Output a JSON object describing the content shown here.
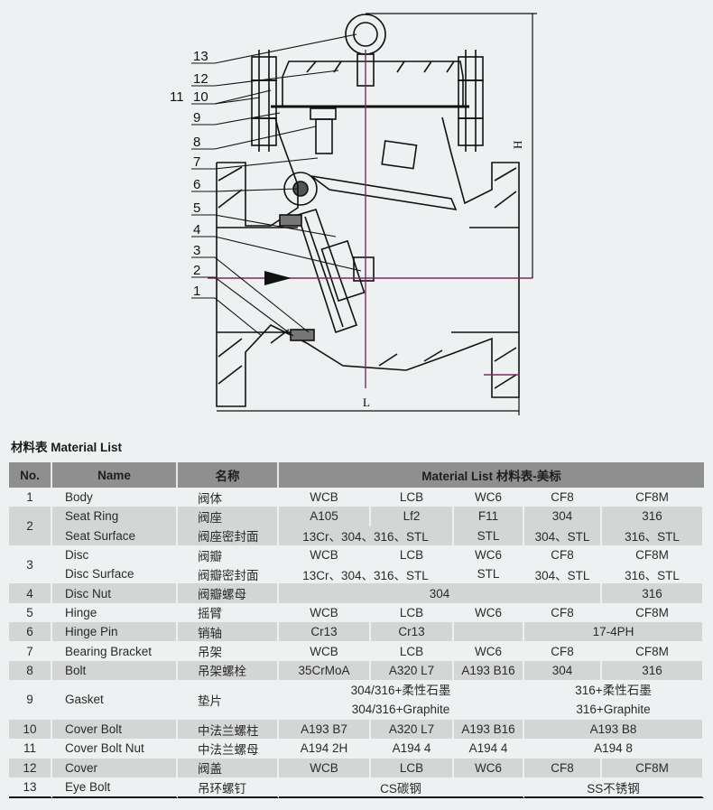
{
  "drawing": {
    "callouts": [
      "13",
      "12",
      "11",
      "10",
      "9",
      "8",
      "7",
      "6",
      "5",
      "4",
      "3",
      "2",
      "1"
    ],
    "dim_height": "H",
    "dim_length": "L"
  },
  "list_title": "材料表 Material List",
  "table": {
    "headers": {
      "no": "No.",
      "name": "Name",
      "cn": "名称",
      "materials": "Material List   材料表-美标"
    },
    "rows": [
      {
        "no": "1",
        "name": "Body",
        "cn": "阀体",
        "m": [
          "WCB",
          "LCB",
          "WC6",
          "CF8",
          "CF8M"
        ]
      },
      {
        "no": "2",
        "name": "Seat Ring",
        "cn": "阀座",
        "m": [
          "A105",
          "Lf2",
          "F11",
          "304",
          "316"
        ]
      },
      {
        "name": "Seat Surface",
        "cn": "阀座密封面",
        "m": [
          "13Cr、304、316、STL",
          "STL",
          "304、STL",
          "316、STL"
        ]
      },
      {
        "no": "3",
        "name": "Disc",
        "cn": "阀瓣",
        "m": [
          "WCB",
          "LCB",
          "WC6",
          "CF8",
          "CF8M"
        ]
      },
      {
        "name": "Disc Surface",
        "cn": "阀瓣密封面",
        "m": [
          "13Cr、304、316、STL",
          "STL",
          "304、STL",
          "316、STL"
        ]
      },
      {
        "no": "4",
        "name": "Disc Nut",
        "cn": "阀瓣螺母",
        "m": [
          "304",
          "316"
        ]
      },
      {
        "no": "5",
        "name": "Hinge",
        "cn": "摇臂",
        "m": [
          "WCB",
          "LCB",
          "WC6",
          "CF8",
          "CF8M"
        ]
      },
      {
        "no": "6",
        "name": "Hinge Pin",
        "cn": "销轴",
        "m": [
          "Cr13",
          "Cr13",
          "",
          "17-4PH"
        ]
      },
      {
        "no": "7",
        "name": "Bearing Bracket",
        "cn": "吊架",
        "m": [
          "WCB",
          "LCB",
          "WC6",
          "CF8",
          "CF8M"
        ]
      },
      {
        "no": "8",
        "name": "Bolt",
        "cn": "吊架螺栓",
        "m": [
          "35CrMoA",
          "A320 L7",
          "A193 B16",
          "304",
          "316"
        ]
      },
      {
        "no": "9",
        "name": "Gasket",
        "cn": "垫片",
        "m": [
          "304/316+柔性石墨",
          "304/316+Graphite",
          "316+柔性石墨",
          "316+Graphite"
        ]
      },
      {
        "no": "10",
        "name": "Cover Bolt",
        "cn": "中法兰螺柱",
        "m": [
          "A193 B7",
          "A320 L7",
          "A193 B16",
          "A193 B8"
        ]
      },
      {
        "no": "11",
        "name": "Cover Bolt Nut",
        "cn": "中法兰螺母",
        "m": [
          "A194 2H",
          "A194 4",
          "A194 4",
          "A194 8"
        ]
      },
      {
        "no": "12",
        "name": "Cover",
        "cn": "阀盖",
        "m": [
          "WCB",
          "LCB",
          "WC6",
          "CF8",
          "CF8M"
        ]
      },
      {
        "no": "13",
        "name": "Eye Bolt",
        "cn": "吊环螺钉",
        "m": [
          "CS碳钢",
          "SS不锈钢"
        ]
      }
    ]
  }
}
